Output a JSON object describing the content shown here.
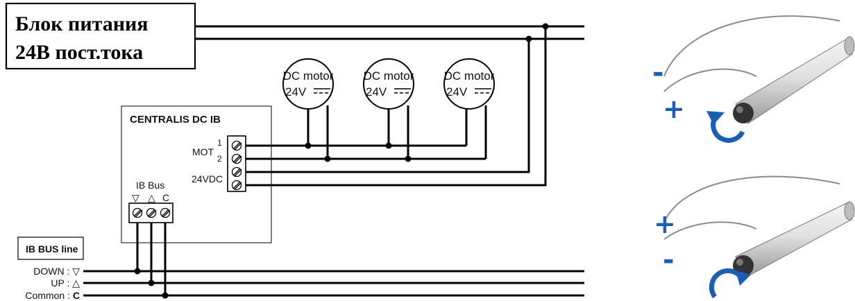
{
  "power_supply": {
    "line1": "Блок питания",
    "line2": "24В пост.тока"
  },
  "motors": [
    {
      "label": "DC motor",
      "voltage": "24V"
    },
    {
      "label": "DC motor",
      "voltage": "24V"
    },
    {
      "label": "DC motor",
      "voltage": "24V"
    }
  ],
  "controller": {
    "title": "CENTRALIS DC IB",
    "mot_label": "MOT",
    "mot_pin1": "1",
    "mot_pin2": "2",
    "dc_label": "24VDC",
    "bus_label": "IB Bus",
    "bus_down_symbol": "▽",
    "bus_up_symbol": "△",
    "bus_common_symbol": "C"
  },
  "bus_line": {
    "title": "IB BUS line",
    "down": "DOWN : ▽",
    "up": "UP : △",
    "common_prefix": "Common : ",
    "common_symbol": "C"
  },
  "rotation": [
    {
      "top_sign": "-",
      "bottom_sign": "+",
      "direction": "counterclockwise"
    },
    {
      "top_sign": "+",
      "bottom_sign": "-",
      "direction": "clockwise"
    }
  ],
  "colors": {
    "wire": "#000000",
    "accent_blue": "#1a5fb4",
    "motor_tube": "#d9d9d9"
  }
}
